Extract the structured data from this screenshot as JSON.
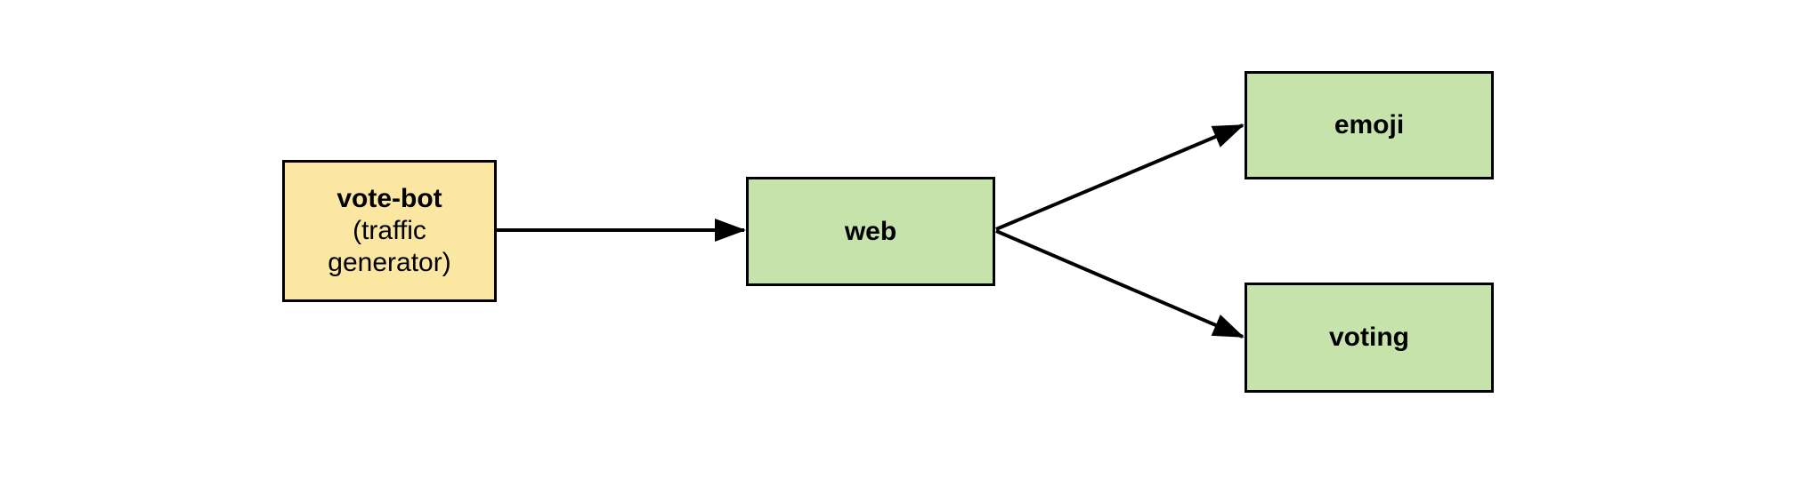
{
  "diagram": {
    "background_color": "#ffffff",
    "edge_color": "#000000",
    "nodes": [
      {
        "id": "vote-bot",
        "title": "vote-bot",
        "subtitle": "(traffic generator)",
        "fill": "#fbe7a1",
        "border": "#000000"
      },
      {
        "id": "web",
        "title": "web",
        "fill": "#c6e3ab",
        "border": "#000000"
      },
      {
        "id": "emoji",
        "title": "emoji",
        "fill": "#c6e3ab",
        "border": "#000000"
      },
      {
        "id": "voting",
        "title": "voting",
        "fill": "#c6e3ab",
        "border": "#000000"
      }
    ],
    "edges": [
      {
        "from": "vote-bot",
        "to": "web"
      },
      {
        "from": "web",
        "to": "emoji"
      },
      {
        "from": "web",
        "to": "voting"
      }
    ]
  }
}
